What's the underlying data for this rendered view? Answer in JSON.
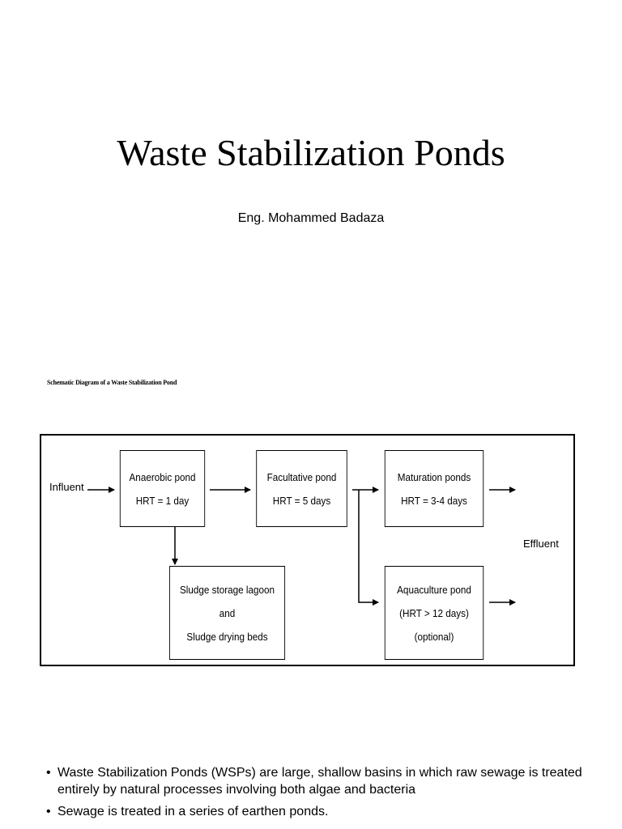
{
  "slide": {
    "title": "Waste Stabilization Ponds",
    "author": "Eng. Mohammed Badaza"
  },
  "diagram": {
    "caption": "Schematic Diagram of a Waste Stabilization Pond",
    "influent_label": "Influent",
    "effluent_label": "Effluent",
    "nodes": {
      "anaerobic": [
        "Anaerobic pond",
        "HRT = 1 day"
      ],
      "facultative": [
        "Facultative pond",
        "HRT = 5 days"
      ],
      "maturation": [
        "Maturation ponds",
        "HRT = 3-4 days"
      ],
      "sludge": [
        "Sludge storage lagoon",
        "and",
        "Sludge drying beds"
      ],
      "aquaculture": [
        "Aquaculture pond",
        "(HRT > 12 days)",
        "(optional)"
      ]
    }
  },
  "bullets": [
    "Waste Stabilization Ponds (WSPs) are large, shallow basins in which raw sewage is treated entirely by natural processes involving both algae and bacteria",
    "Sewage is treated in a series of earthen ponds."
  ]
}
